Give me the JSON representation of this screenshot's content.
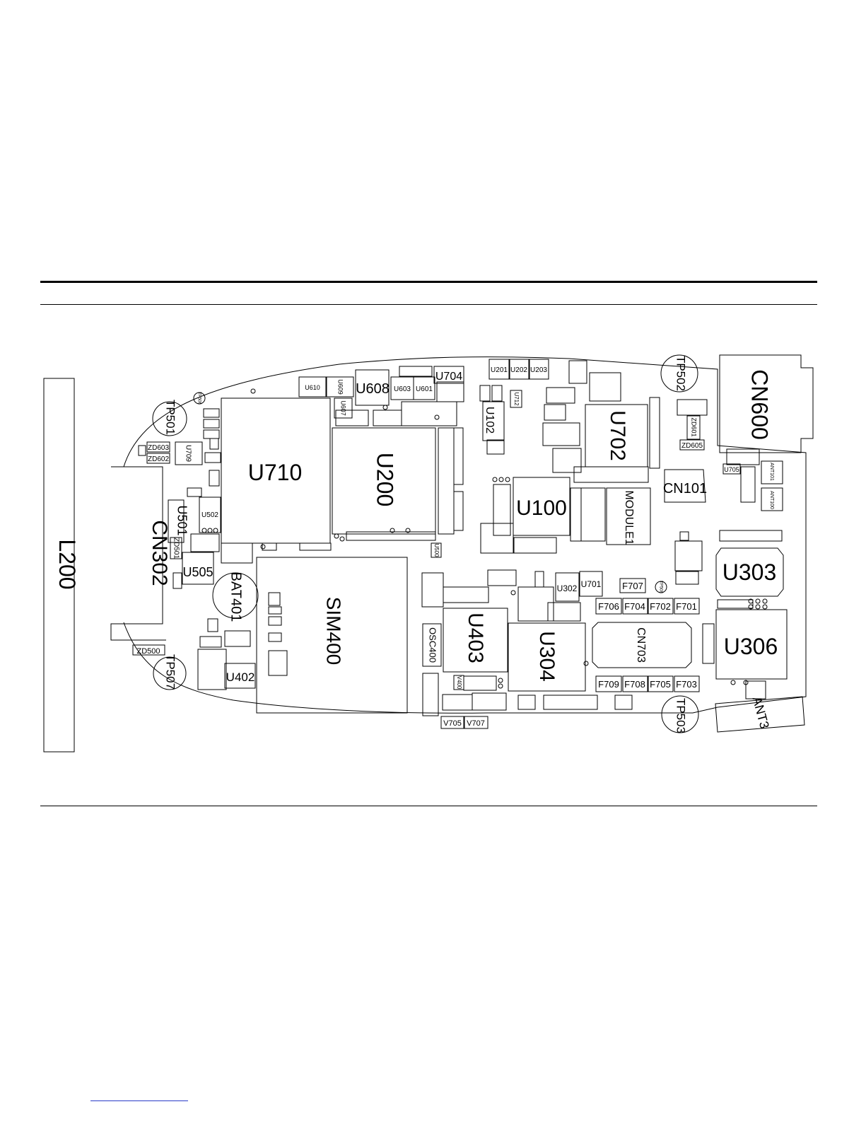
{
  "diagram": {
    "sidebar_label": "L200",
    "tp_labels": {
      "tp501": "TP501",
      "tp502": "TP502",
      "tp503": "TP503",
      "tp507": "TP507"
    },
    "connector_labels": {
      "cn302": "CN302",
      "cn600": "CN600",
      "cn101": "CN101",
      "cn703": "CN703",
      "ant3": "ANT3",
      "ant101": "ANT101",
      "ant100": "ANT100"
    },
    "large_chip_labels": {
      "u710": "U710",
      "u200": "U200",
      "u100": "U100",
      "u702": "U702",
      "u303": "U303",
      "u306": "U306",
      "u304": "U304",
      "u403": "U403",
      "sim400": "SIM400",
      "bat401": "BAT401",
      "module1": "MODULE1",
      "u608": "U608"
    },
    "small_labels": {
      "u610": "U610",
      "u609": "U609",
      "u607": "U607",
      "u603": "U603",
      "u601": "U601",
      "u704": "U704",
      "u201": "U201",
      "u202": "U202",
      "u203": "U203",
      "u712": "U712",
      "u102": "U102",
      "u709": "U709",
      "zd603": "ZD603",
      "zd602": "ZD602",
      "u501": "U501",
      "u502": "U502",
      "zd501": "ZD501",
      "u505": "U505",
      "u402": "U402",
      "zd500": "ZD500",
      "osc400": "OSC400",
      "v705": "V705",
      "v707": "V707",
      "u302": "U302",
      "u701": "U701",
      "f707": "F707",
      "f706": "F706",
      "f704": "F704",
      "f702": "F702",
      "f701": "F701",
      "f709": "F709",
      "f708": "F708",
      "f705": "F705",
      "f703": "F703",
      "zd601": "ZD601",
      "zd605": "ZD605",
      "u705": "U705",
      "u500": "U500",
      "v400": "V400",
      "tp506": "TP506",
      "tp508": "TP508"
    }
  }
}
